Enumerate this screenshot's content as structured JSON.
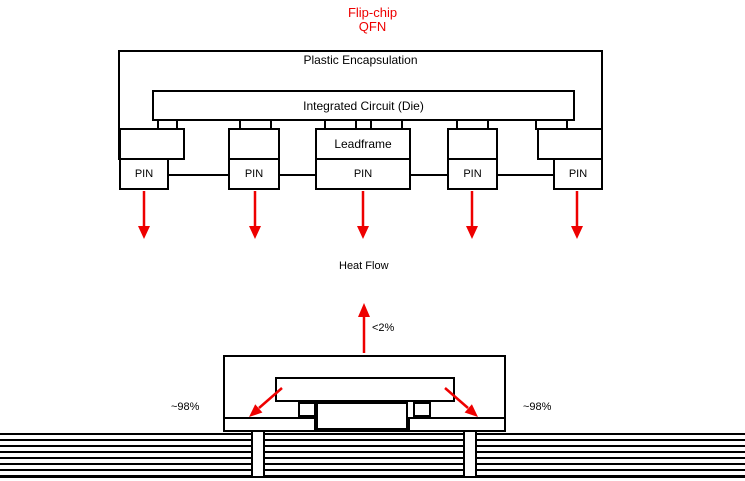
{
  "title": {
    "line1": "Flip-chip",
    "line2": "QFN"
  },
  "package_diagram": {
    "plastic_label": "Plastic Encapsulation",
    "die_label": "Integrated Circuit (Die)",
    "leadframe_label": "Leadframe",
    "pin_labels": [
      "PIN",
      "PIN",
      "PIN",
      "PIN",
      "PIN"
    ]
  },
  "heat_flow_diagram": {
    "section_label": "Heat Flow",
    "top_percentage": "<2%",
    "left_percentage": "~98%",
    "right_percentage": "~98%"
  },
  "colors": {
    "arrow_red": "#ee0000",
    "line_black": "#000000"
  }
}
